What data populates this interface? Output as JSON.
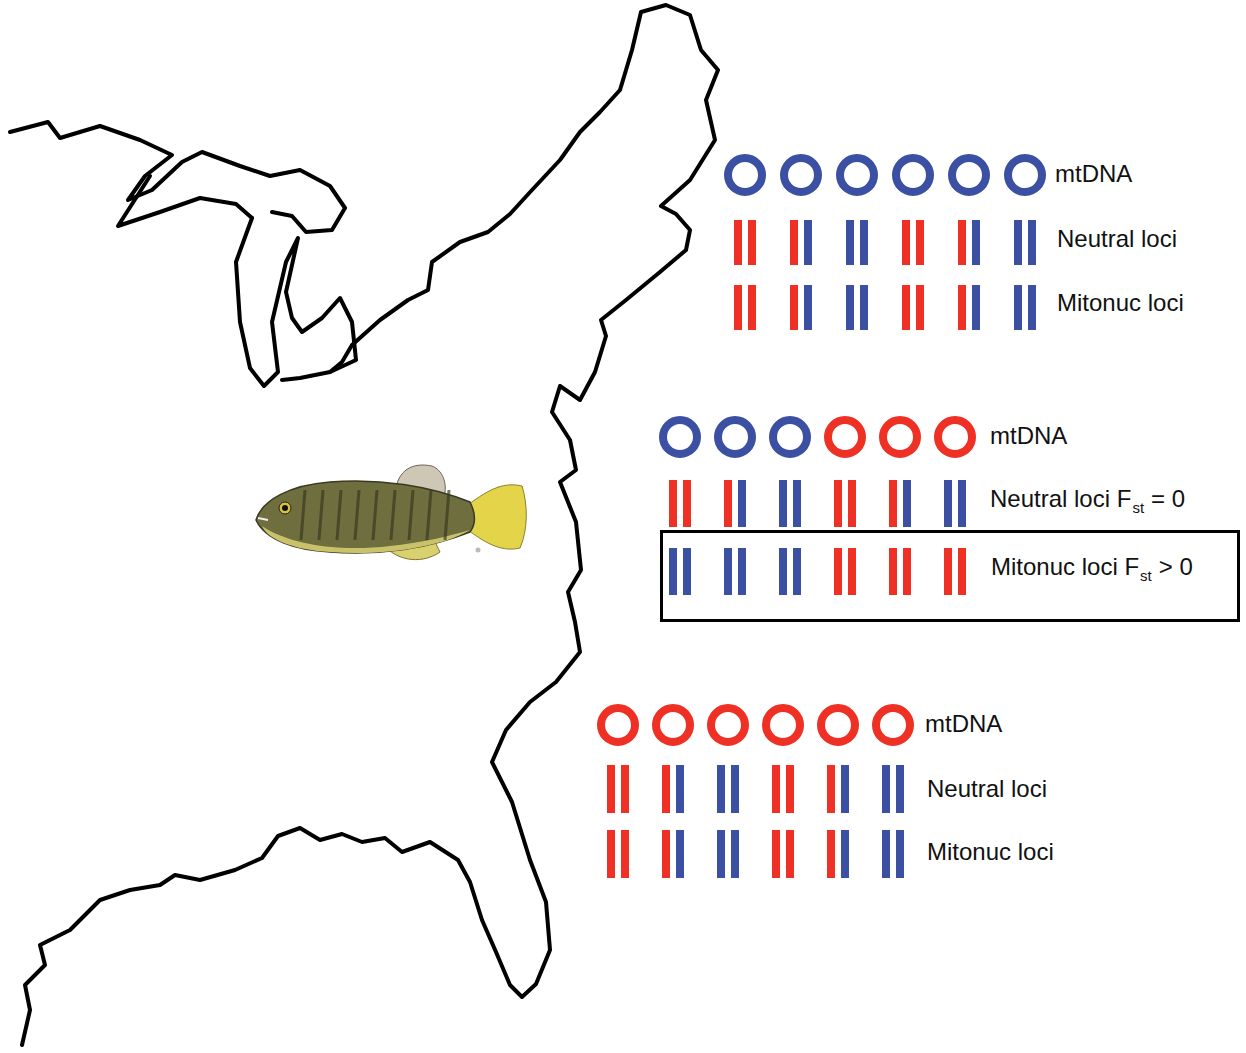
{
  "diagram": {
    "nodes": [
      {
        "text": [
          "Mitonuc loci F",
          "st",
          "> 0"
        ]
      }
    ],
    "labels": [
      "mtDNA",
      "Neutral loci",
      "Mitonuc loci",
      "mtDNA",
      "Neutral loci F",
      "st",
      "= 0",
      "mtDNA",
      "Neutral loci",
      "Mitonuc loci"
    ]
  }
}
